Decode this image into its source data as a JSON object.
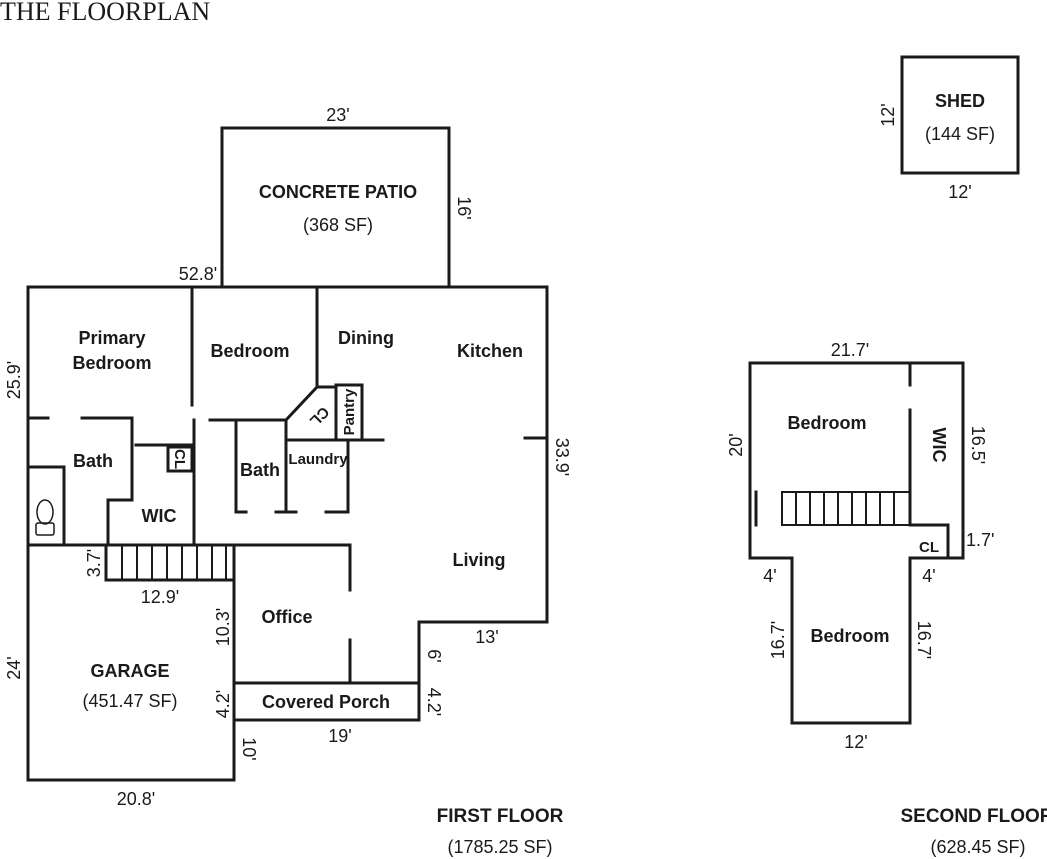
{
  "title": "THE FLOORPLAN",
  "first_floor": {
    "name": "FIRST FLOOR",
    "area": "(1785.25 SF)",
    "rooms": {
      "patio_name": "CONCRETE PATIO",
      "patio_area": "(368 SF)",
      "primary_1": "Primary",
      "primary_2": "Bedroom",
      "bedroom": "Bedroom",
      "dining": "Dining",
      "kitchen": "Kitchen",
      "cl_a": "CL",
      "pantry": "Pantry",
      "bath_a": "Bath",
      "cl_b": "CL",
      "wic": "WIC",
      "bath_b": "Bath",
      "laundry": "Laundry",
      "living": "Living",
      "office": "Office",
      "garage_name": "GARAGE",
      "garage_area": "(451.47 SF)",
      "porch": "Covered Porch"
    },
    "dims": {
      "patio_w": "23'",
      "patio_h": "16'",
      "top": "52.8'",
      "left": "25.9'",
      "right": "33.9'",
      "stair_h": "3.7'",
      "stair_w": "12.9'",
      "office_h": "10.3'",
      "living_w": "13'",
      "step_h": "6'",
      "garage_h": "24'",
      "porch_h_l": "4.2'",
      "porch_h_r": "4.2'",
      "porch_w": "19'",
      "garage_step": "10'",
      "garage_w": "20.8'"
    }
  },
  "shed": {
    "name": "SHED",
    "area": "(144 SF)",
    "h": "12'",
    "w": "12'"
  },
  "second_floor": {
    "name": "SECOND FLOOR",
    "area": "(628.45 SF)",
    "rooms": {
      "bedroom_top": "Bedroom",
      "wic": "WIC",
      "cl": "CL",
      "bedroom_bottom": "Bedroom"
    },
    "dims": {
      "top": "21.7'",
      "left": "20'",
      "right": "16.5'",
      "cl_h": "1.7'",
      "step_l": "4'",
      "step_r": "4'",
      "lower_l": "16.7'",
      "lower_r": "16.7'",
      "bottom": "12'"
    }
  }
}
